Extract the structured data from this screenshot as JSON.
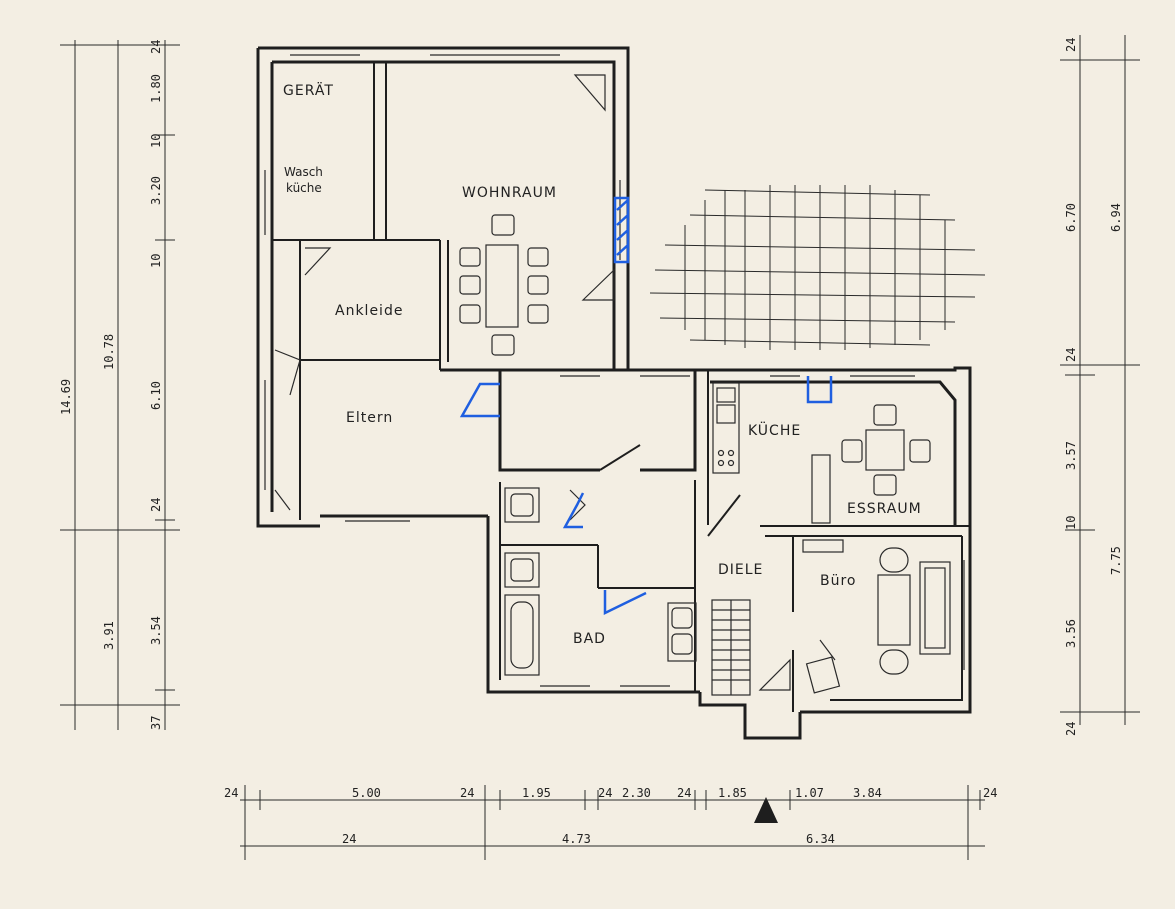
{
  "rooms": {
    "geraet": "GERÄT",
    "wasch": [
      "Wasch",
      "küche"
    ],
    "wohnraum": "WOHNRAUM",
    "ankleide": "Ankleide",
    "eltern": "Eltern",
    "kueche": "KÜCHE",
    "essraum": "ESSRAUM",
    "diele": "DIELE",
    "buero": "Büro",
    "bad": "BAD"
  },
  "dims_bottom_1": [
    "24",
    "5.00",
    "24",
    "1.95",
    "24",
    "2.30",
    "24",
    "1.85",
    "1.07",
    "3.84",
    "24"
  ],
  "dims_bottom_2": [
    "24",
    "4.73",
    "6.34"
  ],
  "dims_left_outer": "14.69",
  "dims_left_mid": [
    "10.78",
    "3.91"
  ],
  "dims_left_inner": [
    "24",
    "1.80",
    "10",
    "3.20",
    "10",
    "6.10",
    "24",
    "3.54",
    "37"
  ],
  "dims_right_outer": [
    "24",
    "6.70",
    "24",
    "3.57",
    "10",
    "3.56",
    "24"
  ],
  "dims_right_mid": [
    "6.94",
    "7.75"
  ],
  "colors": {
    "paper": "#f3eee3",
    "ink": "#1e1e1e",
    "marker": "#1f5fe0"
  }
}
